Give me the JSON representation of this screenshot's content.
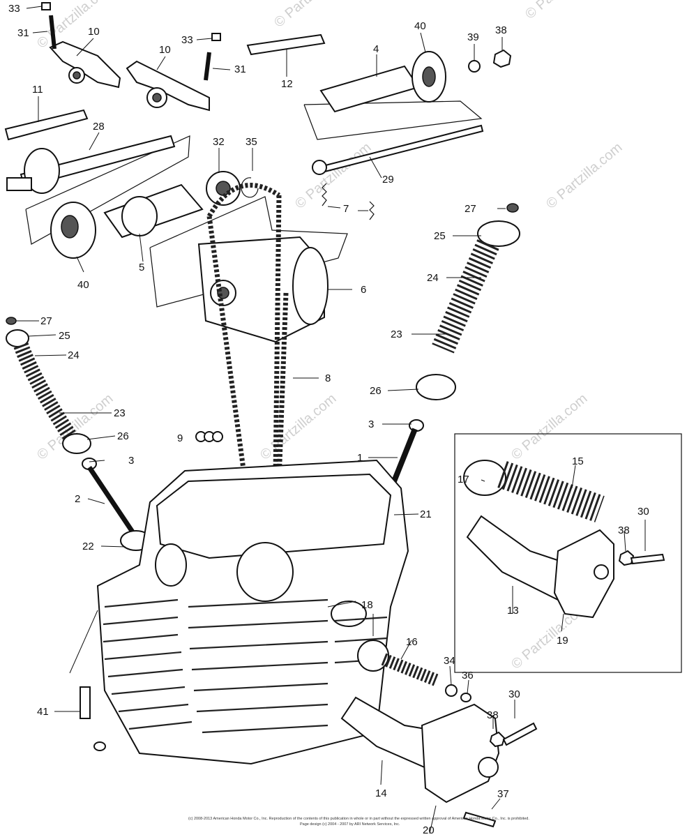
{
  "diagram": {
    "watermarks": [
      "© Partzilla.com",
      "© Partzilla.com",
      "© Partzilla.com",
      "© Partzilla.com",
      "© Partzilla.com",
      "© Partzilla.com",
      "© Partzilla.com",
      "© Partzilla.com",
      "© Partzilla.com"
    ],
    "copyright": [
      "(c) 2008-2013 American Honda Motor Co., Inc. Reproduction of the contents of this publication in whole or in part without the expressed written approval of American Honda Motor Co., Inc. is prohibited.",
      "Page design (c) 2004 - 2007 by ARI Network Services, Inc."
    ],
    "callouts": [
      {
        "id": "c33a",
        "text": "33"
      },
      {
        "id": "c31a",
        "text": "31"
      },
      {
        "id": "c10a",
        "text": "10"
      },
      {
        "id": "c33b",
        "text": "33"
      },
      {
        "id": "c10b",
        "text": "10"
      },
      {
        "id": "c31b",
        "text": "31"
      },
      {
        "id": "c12",
        "text": "12"
      },
      {
        "id": "c40a",
        "text": "40"
      },
      {
        "id": "c39",
        "text": "39"
      },
      {
        "id": "c38a",
        "text": "38"
      },
      {
        "id": "c4",
        "text": "4"
      },
      {
        "id": "c11",
        "text": "11"
      },
      {
        "id": "c28",
        "text": "28"
      },
      {
        "id": "c32",
        "text": "32"
      },
      {
        "id": "c35",
        "text": "35"
      },
      {
        "id": "c29",
        "text": "29"
      },
      {
        "id": "c7",
        "text": "7"
      },
      {
        "id": "c27a",
        "text": "27"
      },
      {
        "id": "c25a",
        "text": "25"
      },
      {
        "id": "c40b",
        "text": "40"
      },
      {
        "id": "c5",
        "text": "5"
      },
      {
        "id": "c6",
        "text": "6"
      },
      {
        "id": "c24a",
        "text": "24"
      },
      {
        "id": "c27b",
        "text": "27"
      },
      {
        "id": "c25b",
        "text": "25"
      },
      {
        "id": "c24b",
        "text": "24"
      },
      {
        "id": "c23a",
        "text": "23"
      },
      {
        "id": "c8",
        "text": "8"
      },
      {
        "id": "c26a",
        "text": "26"
      },
      {
        "id": "c23b",
        "text": "23"
      },
      {
        "id": "c3a",
        "text": "3"
      },
      {
        "id": "c9",
        "text": "9"
      },
      {
        "id": "c26b",
        "text": "26"
      },
      {
        "id": "c1",
        "text": "1"
      },
      {
        "id": "c15",
        "text": "15"
      },
      {
        "id": "c3b",
        "text": "3"
      },
      {
        "id": "c17",
        "text": "17"
      },
      {
        "id": "c2",
        "text": "2"
      },
      {
        "id": "c21",
        "text": "21"
      },
      {
        "id": "c22",
        "text": "22"
      },
      {
        "id": "c38b",
        "text": "38"
      },
      {
        "id": "c30a",
        "text": "30"
      },
      {
        "id": "c13",
        "text": "13"
      },
      {
        "id": "c18",
        "text": "18"
      },
      {
        "id": "c19",
        "text": "19"
      },
      {
        "id": "c16",
        "text": "16"
      },
      {
        "id": "c34",
        "text": "34"
      },
      {
        "id": "c36",
        "text": "36"
      },
      {
        "id": "c30b",
        "text": "30"
      },
      {
        "id": "c41",
        "text": "41"
      },
      {
        "id": "c38c",
        "text": "38"
      },
      {
        "id": "c14",
        "text": "14"
      },
      {
        "id": "c37",
        "text": "37"
      },
      {
        "id": "c20",
        "text": "20"
      }
    ]
  }
}
